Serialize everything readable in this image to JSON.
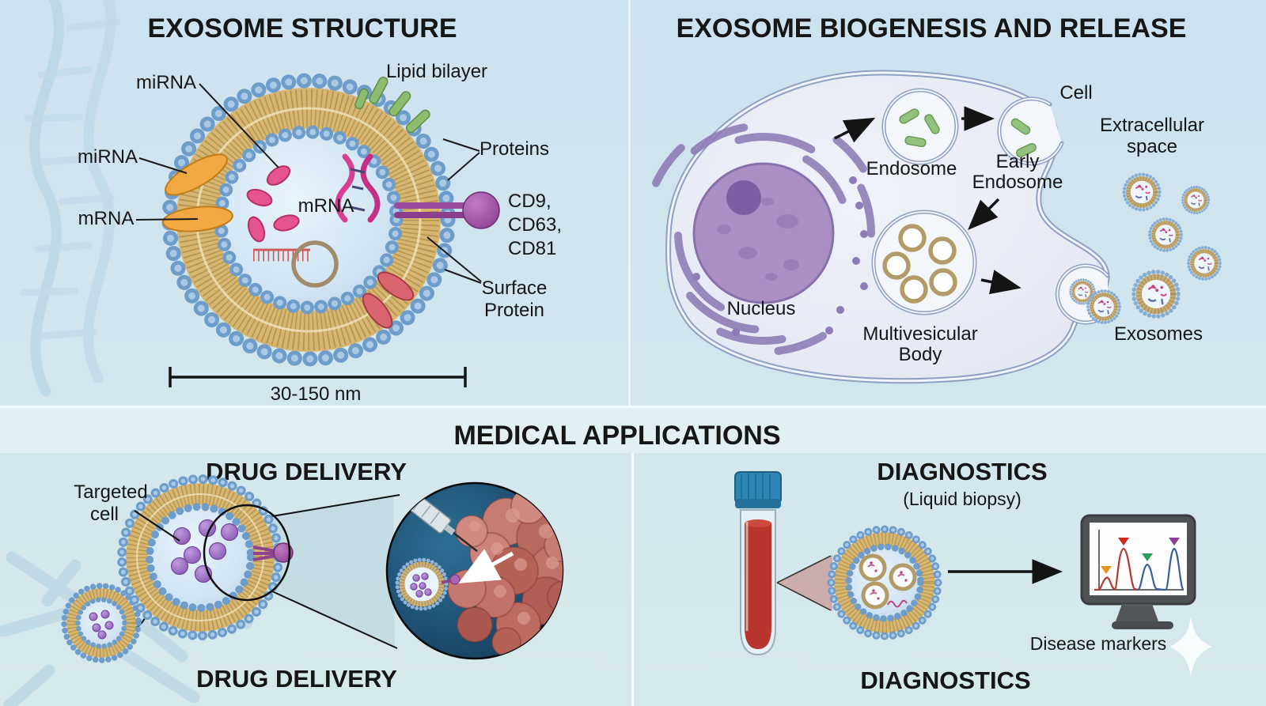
{
  "panels": {
    "structure": {
      "title": "EXOSOME STRUCTURE",
      "labels": {
        "mirna_top": "miRNA",
        "mirna_left": "miRNA",
        "mrna_left": "mRNA",
        "lipid_bilayer": "Lipid bilayer",
        "proteins": "Proteins",
        "cd1": "CD9,",
        "cd2": "CD63,",
        "cd3": "CD81",
        "surface1": "Surface",
        "surface2": "Protein",
        "mrna_inside": "mRNA",
        "scale_bar": "30-150 nm"
      }
    },
    "biogenesis": {
      "title": "EXOSOME BIOGENESIS AND RELEASE",
      "labels": {
        "cell": "Cell",
        "extracellular1": "Extracellular",
        "extracellular2": "space",
        "endosome": "Endosome",
        "early1": "Early",
        "early2": "Endosome",
        "nucleus": "Nucleus",
        "mvb1": "Multivesicular",
        "mvb2": "Body",
        "exosomes": "Exosomes"
      }
    },
    "medical": {
      "title": "MEDICAL APPLICATIONS"
    },
    "drug_delivery": {
      "title_top": "DRUG DELIVERY",
      "title_bottom": "DRUG DELIVERY",
      "labels": {
        "targeted1": "Targeted",
        "targeted2": "cell"
      }
    },
    "diagnostics": {
      "title_top": "DIAGNOSTICS",
      "subtitle": "(Liquid biopsy)",
      "title_bottom": "DIAGNOSTICS",
      "labels": {
        "disease_markers": "Disease markers"
      }
    }
  },
  "colors": {
    "background_top": "#cfe4f0",
    "background_bottom": "#d7eaec",
    "membrane_bead": "#7fa9d2",
    "lipid_tail": "#d3b06a",
    "mirna_pink": "#e5548f",
    "mrna_helix": "#d63f94",
    "transmembrane_orange": "#f2a943",
    "tetraspanin_purple": "#9a4d9d",
    "surface_green": "#8cbc6d",
    "surface_red": "#d96470",
    "nucleus_purple": "#a98fc4",
    "endosome_green": "#93c17e",
    "vesicle_tan": "#b39b67",
    "blood_red": "#b7352c",
    "tube_cap_blue": "#2e86b5",
    "drug_purple": "#9b6bbf",
    "marker_orange": "#e8921f",
    "marker_red": "#cf2a22",
    "marker_green": "#2a9d5c",
    "marker_purple": "#8d3f97"
  }
}
